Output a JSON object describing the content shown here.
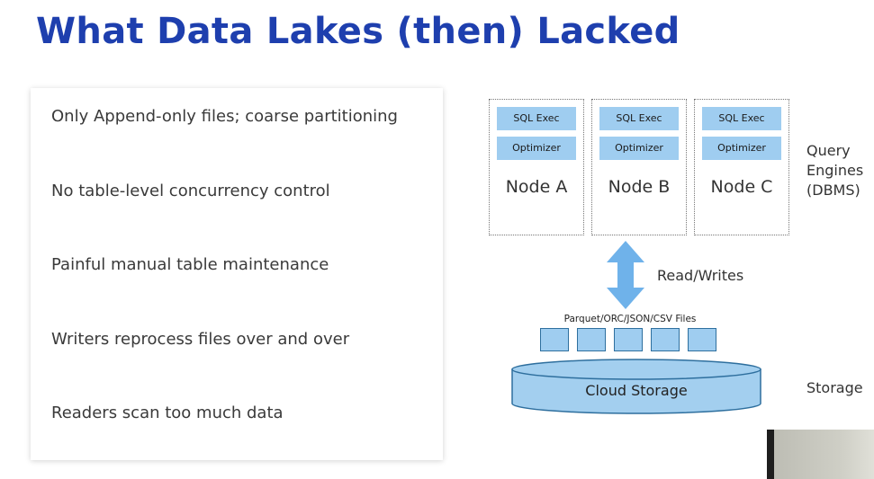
{
  "slide": {
    "title": "What Data Lakes (then) Lacked",
    "bullets": [
      "Only Append-only files; coarse partitioning",
      "No table-level concurrency control",
      "Painful manual table maintenance",
      "Writers reprocess files over and over",
      "Readers scan too much data"
    ]
  },
  "diagram": {
    "nodes": [
      {
        "name": "Node A",
        "chip_top": "SQL Exec",
        "chip_bottom": "Optimizer"
      },
      {
        "name": "Node B",
        "chip_top": "SQL Exec",
        "chip_bottom": "Optimizer"
      },
      {
        "name": "Node C",
        "chip_top": "SQL Exec",
        "chip_bottom": "Optimizer"
      }
    ],
    "query_label_lines": [
      "Query",
      "Engines",
      "(DBMS)"
    ],
    "arrow_label": "Read/Writes",
    "files_label": "Parquet/ORC/JSON/CSV Files",
    "file_count": 5,
    "storage_name": "Cloud Storage",
    "storage_label": "Storage",
    "colors": {
      "title": "#1e3fae",
      "chip": "#9fcdf0",
      "arrow": "#6fb2ea",
      "cylinder_fill": "#a3cfef",
      "cylinder_stroke": "#2e6f9e"
    }
  }
}
